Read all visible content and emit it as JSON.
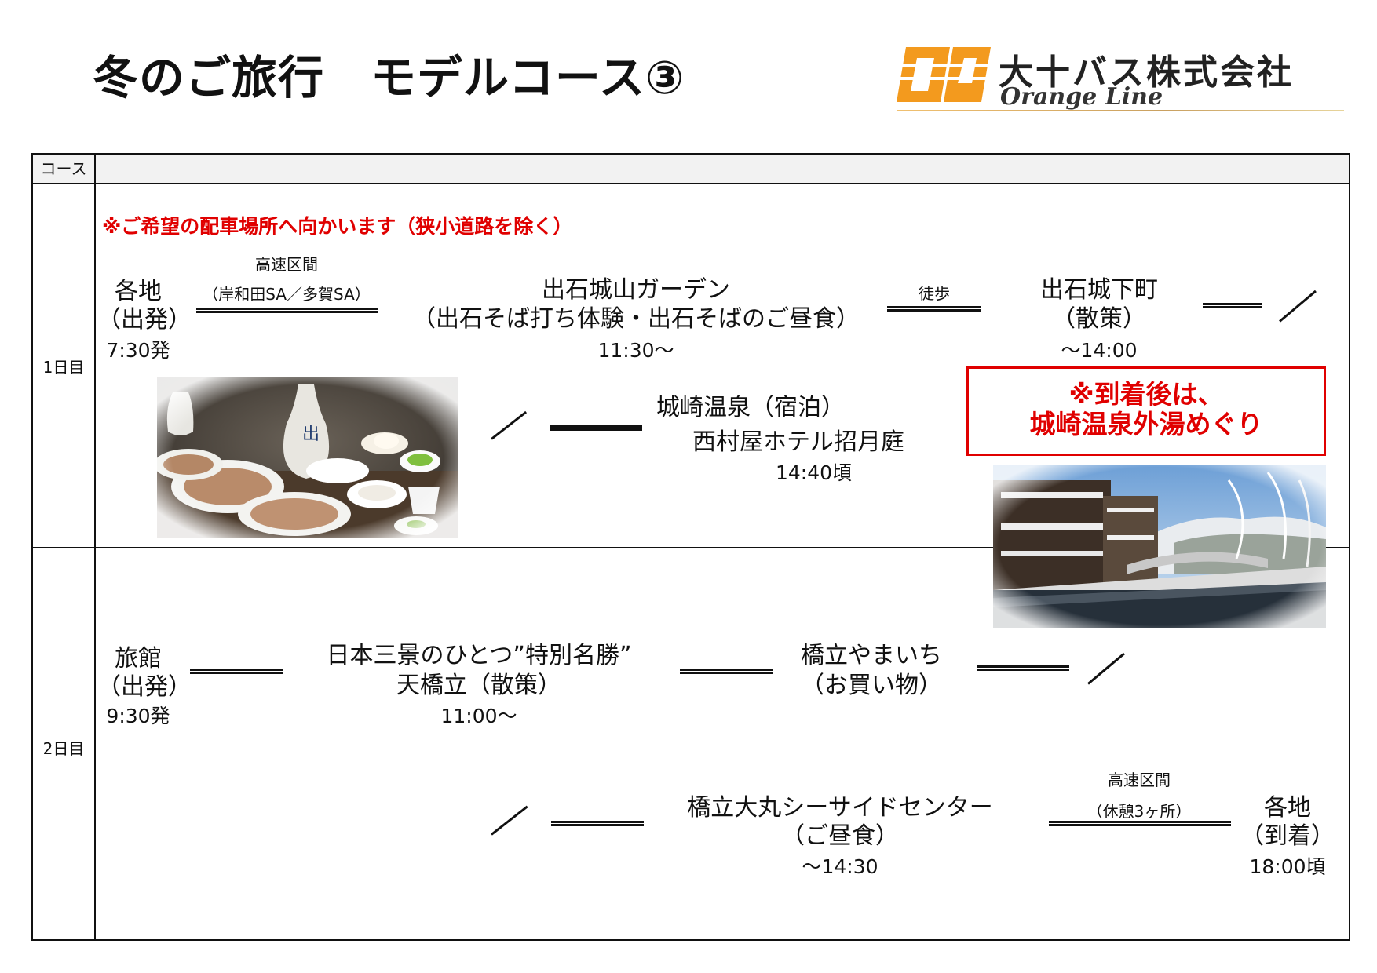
{
  "title": "冬のご旅行　モデルコース③",
  "logo": {
    "mark": "DJ",
    "company": "大十バス株式会社",
    "sub": "Orange Line"
  },
  "table": {
    "course_label": "コース",
    "day1_label": "1日目",
    "day2_label": "2日目"
  },
  "day1": {
    "notice": "※ご希望の配車場所へ向かいます（狭小道路を除く）",
    "start": {
      "name": "各地",
      "sub": "（出発）",
      "time": "7:30発"
    },
    "hw1_label": "高速区間",
    "hw1_sub": "（岸和田SA／多賀SA）",
    "garden": {
      "name": "出石城山ガーデン",
      "sub": "（出石そば打ち体験・出石そばのご昼食）",
      "time": "11:30～"
    },
    "walk_label": "徒歩",
    "town": {
      "name": "出石城下町",
      "sub": "（散策）",
      "time": "～14:00"
    },
    "inn": {
      "name": "城崎温泉（宿泊）",
      "sub": "西村屋ホテル招月庭",
      "time": "14:40頃"
    },
    "callout_line1": "※到着後は、",
    "callout_line2": "城崎温泉外湯めぐり"
  },
  "day2": {
    "start": {
      "name": "旅館",
      "sub": "（出発）",
      "time": "9:30発"
    },
    "amano": {
      "name": "日本三景のひとつ”特別名勝”",
      "sub": "天橋立（散策）",
      "time": "11:00～"
    },
    "yamaichi": {
      "name": "橋立やまいち",
      "sub": "（お買い物）"
    },
    "daimaru": {
      "name": "橋立大丸シーサイドセンター",
      "sub": "（ご昼食）",
      "time": "～14:30"
    },
    "hw2_label": "高速区間",
    "hw2_sub": "（休憩3ヶ所）",
    "end": {
      "name": "各地",
      "sub": "（到着）",
      "time": "18:00頃"
    }
  },
  "colors": {
    "accent_red": "#e00000",
    "logo_orange": "#f39a1e"
  }
}
